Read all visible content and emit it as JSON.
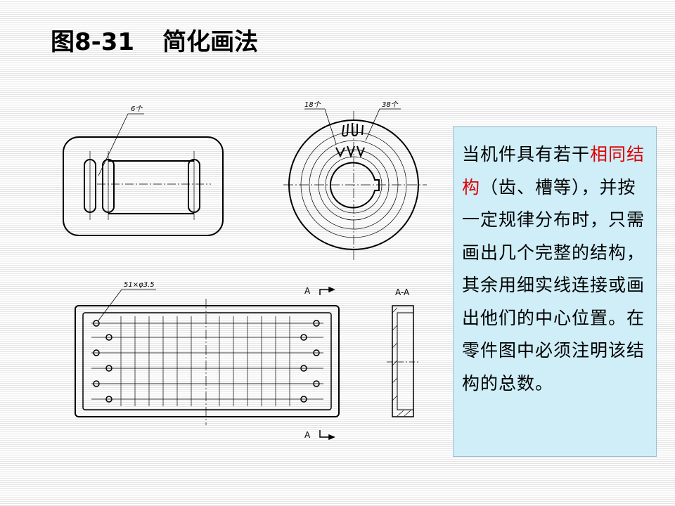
{
  "slide": {
    "title_number": "图8-31",
    "title_text": "简化画法"
  },
  "drawing": {
    "label_6x": "6个",
    "label_18x": "18个",
    "label_38x": "38个",
    "label_holes": "51×φ3.5",
    "label_A_top": "A",
    "label_A_bottom": "A",
    "label_section": "A-A"
  },
  "description": {
    "part1": "当机件具有若干",
    "highlight": "相同结构",
    "part2": "（齿、槽等），并按一定规律分布时，只需画出几个完整的结构，其余用细实线连接或画出他们的中心位置。在零件图中必须注明该结构的总数。"
  },
  "colors": {
    "highlight": "#e00000",
    "box_background": "#cfeef8"
  }
}
